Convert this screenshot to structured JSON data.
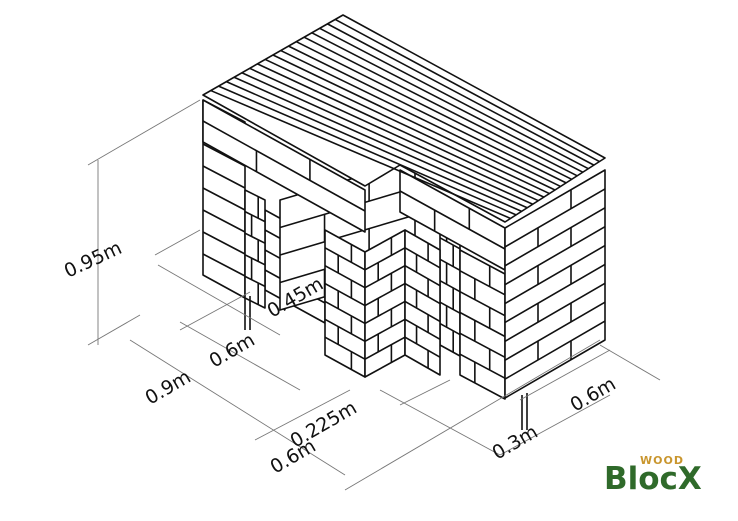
{
  "diagram": {
    "title": "Wooden block barbecue structure isometric drawing",
    "dimensions": {
      "height": "0.95m",
      "inner_depth": "0.45m",
      "left_depth": "0.6m",
      "total_depth": "0.9m",
      "gap": "0.225m",
      "front_width": "0.6m",
      "pillar_width": "0.3m",
      "right_width": "0.6m"
    }
  },
  "logo": {
    "top": "WOOD",
    "main": "BlocX"
  },
  "colors": {
    "line": "#111111",
    "dim_line": "#777777",
    "logo_green": "#2f6a2a",
    "logo_gold": "#c9962e"
  }
}
